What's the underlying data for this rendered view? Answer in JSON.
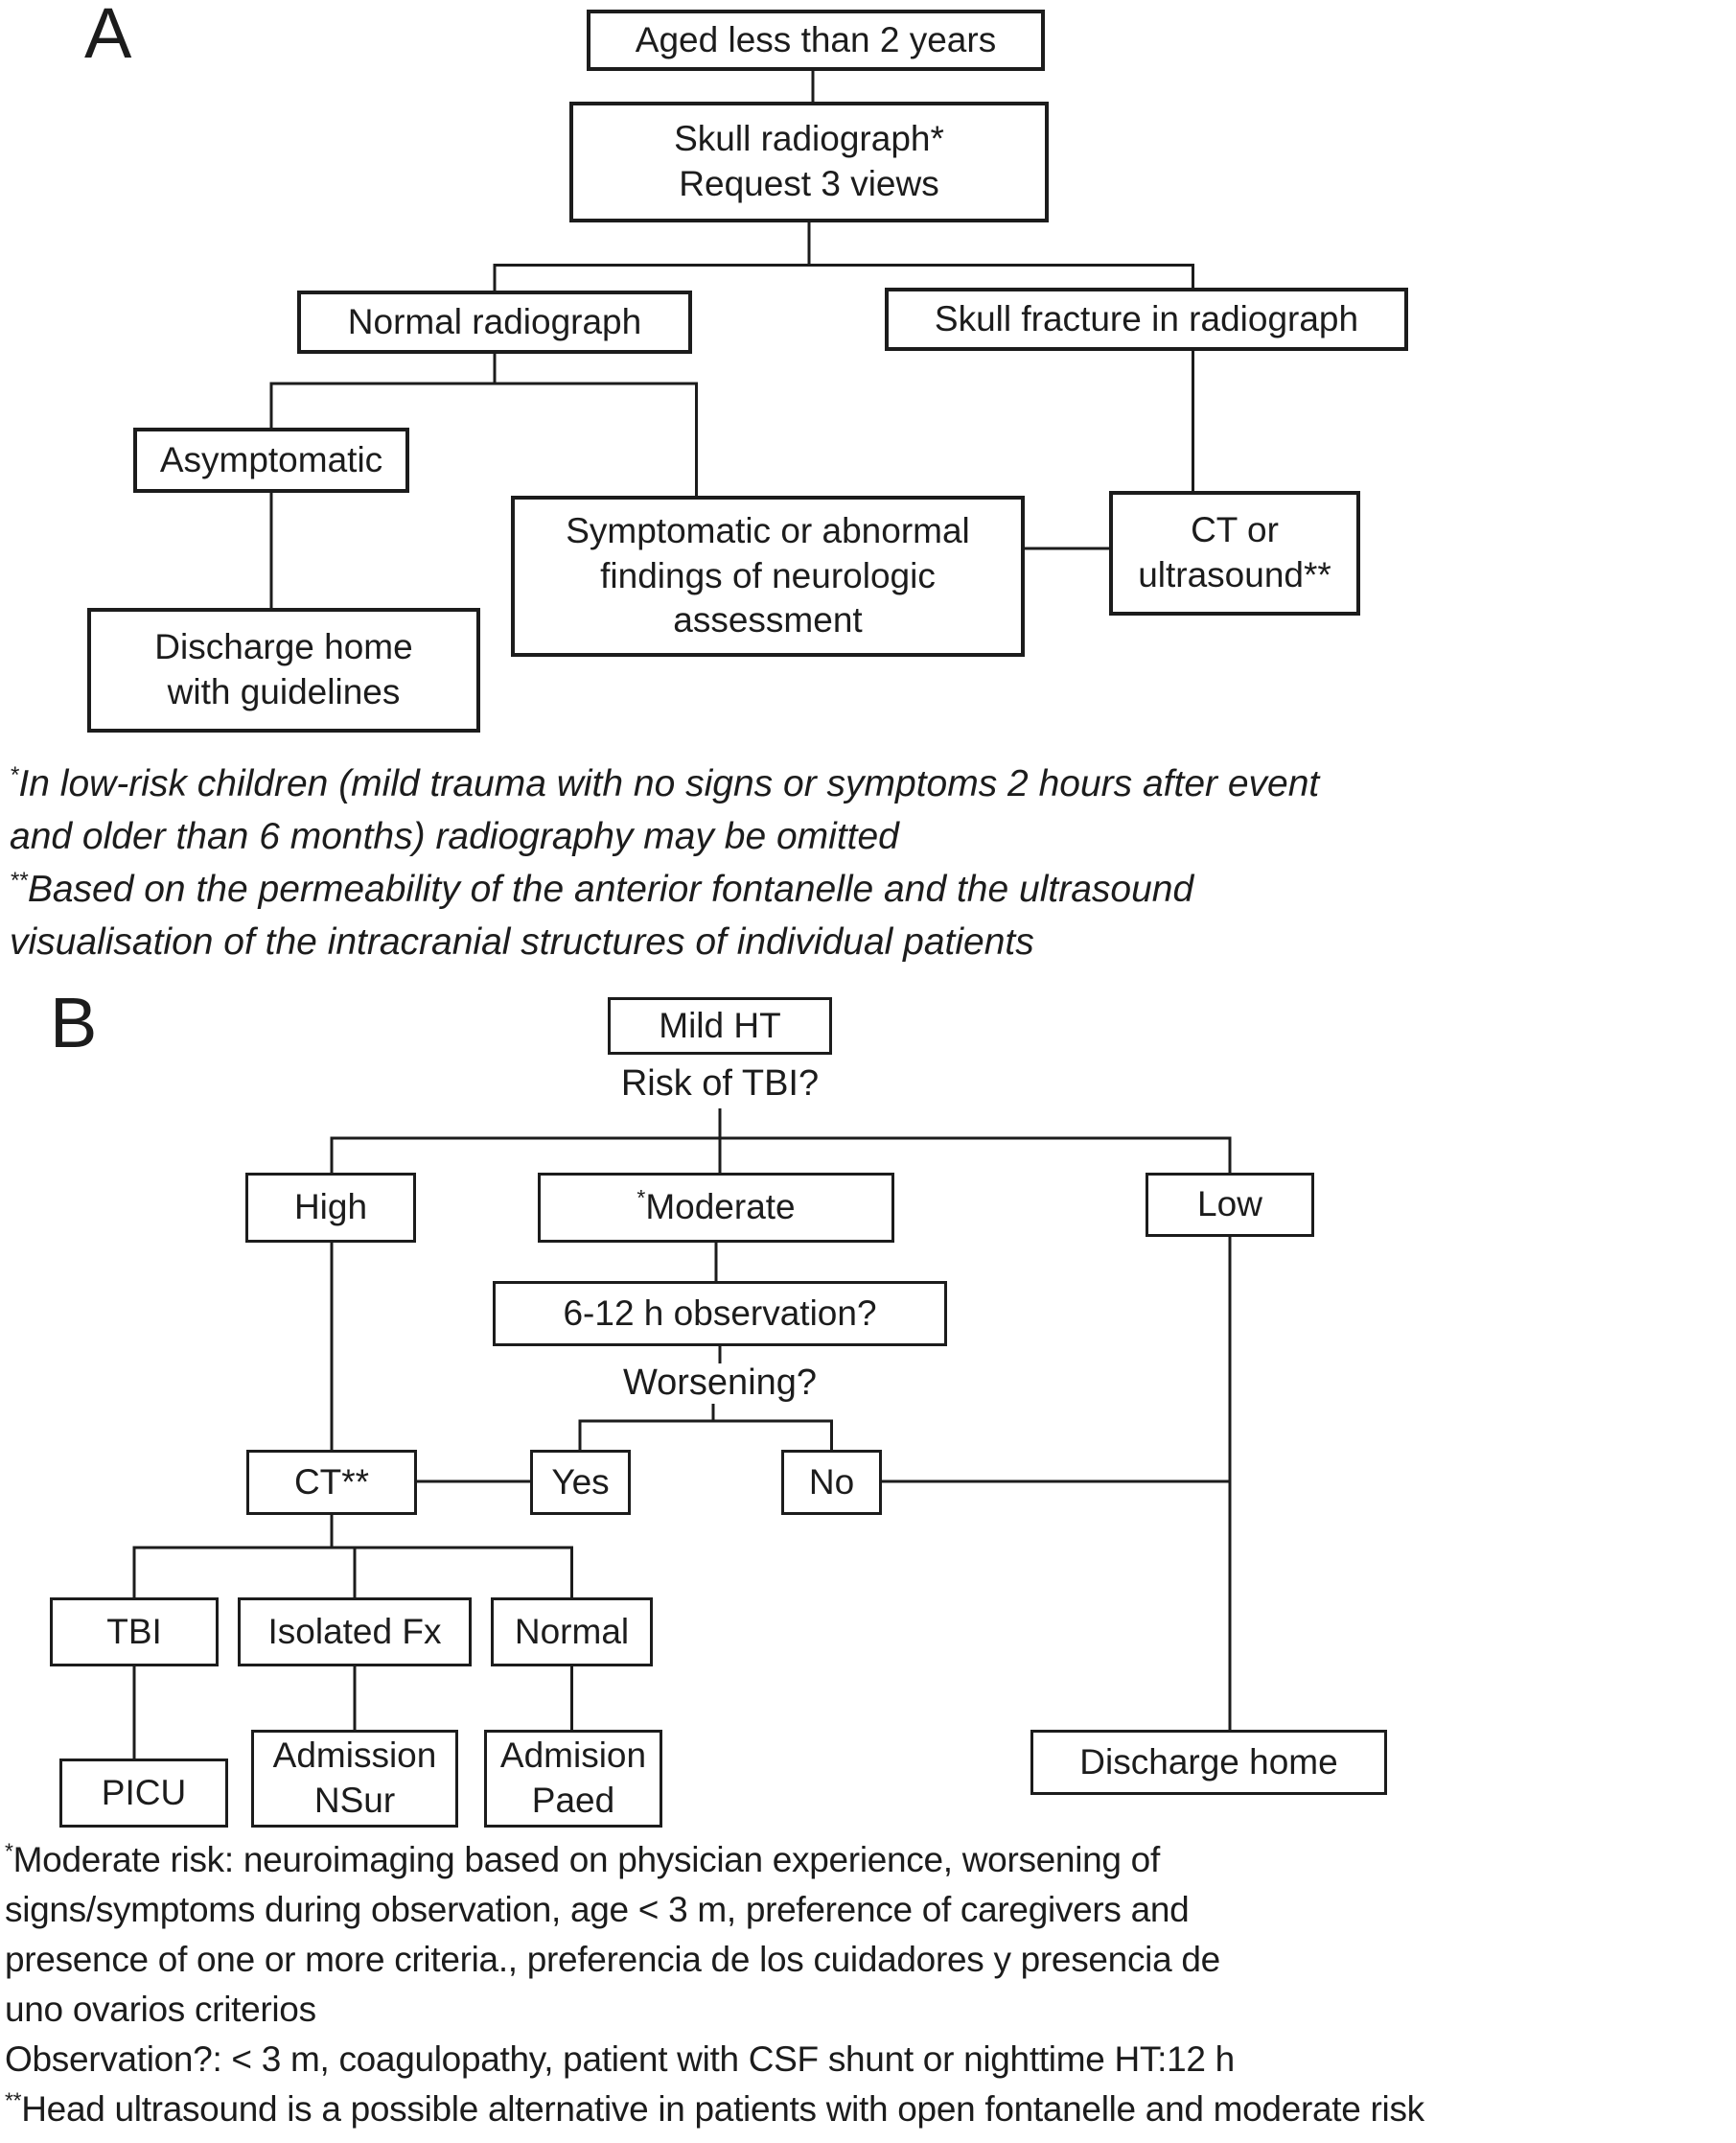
{
  "figure": {
    "type": "clinical-decision-flowchart",
    "ink_color": "#1c1c1c",
    "background_color": "#ffffff"
  },
  "panel_a": {
    "label": "A",
    "aged": "Aged less than 2 years",
    "skull_line1": "Skull radiograph*",
    "skull_line2": "Request 3 views",
    "normal": "Normal radiograph",
    "fracture": "Skull fracture in radiograph",
    "asymptomatic": "Asymptomatic",
    "symptomatic_line1": "Symptomatic or abnormal",
    "symptomatic_line2": "findings of neurologic",
    "symptomatic_line3": "assessment",
    "discharge_line1": "Discharge home",
    "discharge_line2": "with guidelines",
    "ct_line1": "CT or",
    "ct_line2": "ultrasound**"
  },
  "footnotes_a": [
    {
      "marker": "*",
      "text": "In low-risk children (mild trauma with no signs or symptoms 2 hours after event"
    },
    {
      "marker": "",
      "text": "and older than 6 months) radiography may be omitted"
    },
    {
      "marker": "**",
      "text": "Based on the permeability of the anterior fontanelle and the ultrasound"
    },
    {
      "marker": "",
      "text": "visualisation of the intracranial structures of individual patients"
    }
  ],
  "panel_b": {
    "label": "B",
    "mild_ht": "Mild HT",
    "risk_question": "Risk of TBI?",
    "high": "High",
    "moderate_marker": "*",
    "moderate": "Moderate",
    "low": "Low",
    "observation": "6-12 h observation?",
    "worsening": "Worsening?",
    "yes": "Yes",
    "no": "No",
    "ct": "CT**",
    "tbi": "TBI",
    "isolated_fx": "Isolated Fx",
    "normal": "Normal",
    "picu": "PICU",
    "admission_nsur_line1": "Admission",
    "admission_nsur_line2": "NSur",
    "admision_paed_line1": "Admision",
    "admision_paed_line2": "Paed",
    "discharge_home": "Discharge home"
  },
  "footnotes_b": [
    {
      "marker": "*",
      "text": "Moderate risk: neuroimaging based on physician experience, worsening of"
    },
    {
      "marker": "",
      "text": "signs/symptoms during observation, age < 3 m, preference of caregivers and"
    },
    {
      "marker": "",
      "text": "presence of one or more criteria., preferencia de los cuidadores y presencia de"
    },
    {
      "marker": "",
      "text": "uno ovarios criterios"
    },
    {
      "marker": "",
      "text": "Observation?: < 3 m, coagulopathy, patient with CSF shunt or nighttime HT:12 h"
    },
    {
      "marker": "**",
      "text": "Head ultrasound is a possible alternative in patients with open fontanelle and moderate risk"
    }
  ]
}
